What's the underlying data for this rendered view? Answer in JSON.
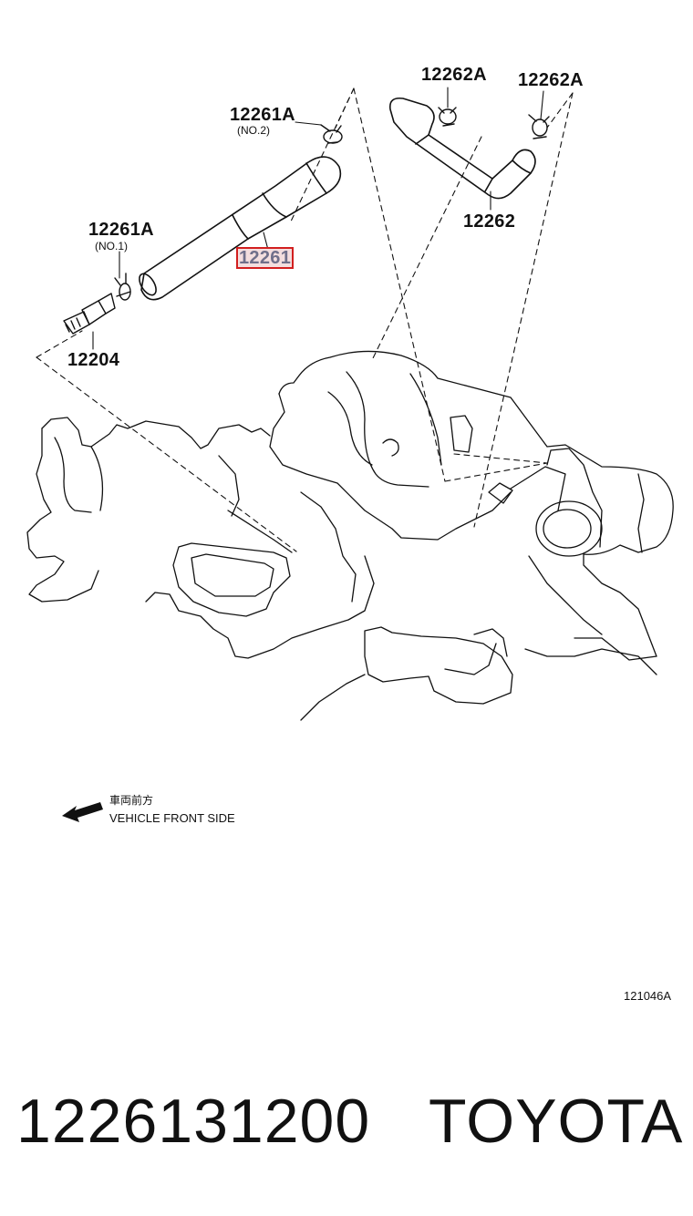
{
  "callouts": {
    "hose_12261a_no2": {
      "part": "12261A",
      "note": "(NO.2)"
    },
    "hose_12261a_no1": {
      "part": "12261A",
      "note": "(NO.1)"
    },
    "hose_12261": {
      "part": "12261"
    },
    "valve_12204": {
      "part": "12204"
    },
    "clamp_12262a_left": {
      "part": "12262A"
    },
    "clamp_12262a_right": {
      "part": "12262A"
    },
    "hose_12262": {
      "part": "12262"
    }
  },
  "direction_note": {
    "jp": "車両前方",
    "en": "VEHICLE FRONT SIDE"
  },
  "figure_ref": "121046A",
  "footer": {
    "part_number": "1226131200",
    "brand": "TOYOTA"
  },
  "colors": {
    "highlight_border": "#d21f1f",
    "highlight_fill": "#f3dede",
    "line": "#111111"
  }
}
